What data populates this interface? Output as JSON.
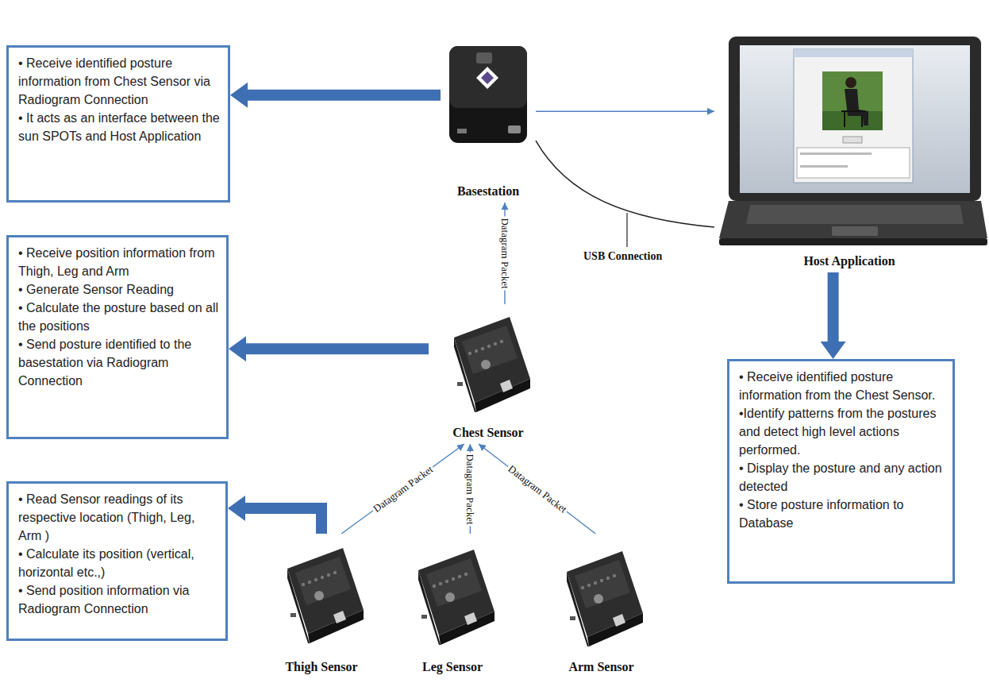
{
  "diagram": {
    "nodes": [
      {
        "text": [
          "• Receive identified posture information from Chest Sensor via Radiogram Connection",
          "• It acts as an interface between the sun SPOTs and Host Application"
        ]
      },
      {
        "text": [
          "Basestation"
        ]
      },
      {
        "text": [
          "Host Application"
        ]
      },
      {
        "text": [
          "• Receive position information from Thigh, Leg and Arm",
          "• Generate Sensor Reading",
          "• Calculate the posture based on all the positions",
          "• Send posture identified to the basestation via Radiogram Connection"
        ]
      },
      {
        "text": [
          "Chest Sensor"
        ]
      },
      {
        "text": [
          "• Receive identified posture information from the Chest Sensor.",
          "•Identify patterns from the postures and detect high level actions performed.",
          "• Display the posture and any action detected",
          "• Store posture information to Database"
        ]
      },
      {
        "text": [
          "• Read Sensor readings of its respective location (Thigh, Leg, Arm )",
          "• Calculate its position (vertical, horizontal etc.,)",
          "• Send position information via Radiogram Connection"
        ]
      },
      {
        "text": [
          "Thigh Sensor"
        ]
      },
      {
        "text": [
          "Leg Sensor"
        ]
      },
      {
        "text": [
          "Arm Sensor"
        ]
      }
    ],
    "edges": [
      {
        "from": 1,
        "to": 0,
        "arrow": "to"
      },
      {
        "from": 1,
        "to": 2,
        "arrow": "to"
      },
      {
        "from": 1,
        "to": 2,
        "arrow": "none"
      },
      {
        "from": 4,
        "to": 1,
        "label": "Datagram Packet",
        "arrow": "to"
      },
      {
        "from": 4,
        "to": 3,
        "arrow": "to"
      },
      {
        "from": 2,
        "to": 5,
        "arrow": "to"
      },
      {
        "from": 7,
        "to": 6,
        "arrow": "to"
      },
      {
        "from": 7,
        "to": 4,
        "label": "Datagram Packet",
        "arrow": "to"
      },
      {
        "from": 8,
        "to": 4,
        "label": "Datagram Packet",
        "arrow": "to"
      },
      {
        "from": 9,
        "to": 4,
        "label": "Datagram Packet",
        "arrow": "to"
      }
    ],
    "labels": [
      "USB Connection"
    ]
  }
}
